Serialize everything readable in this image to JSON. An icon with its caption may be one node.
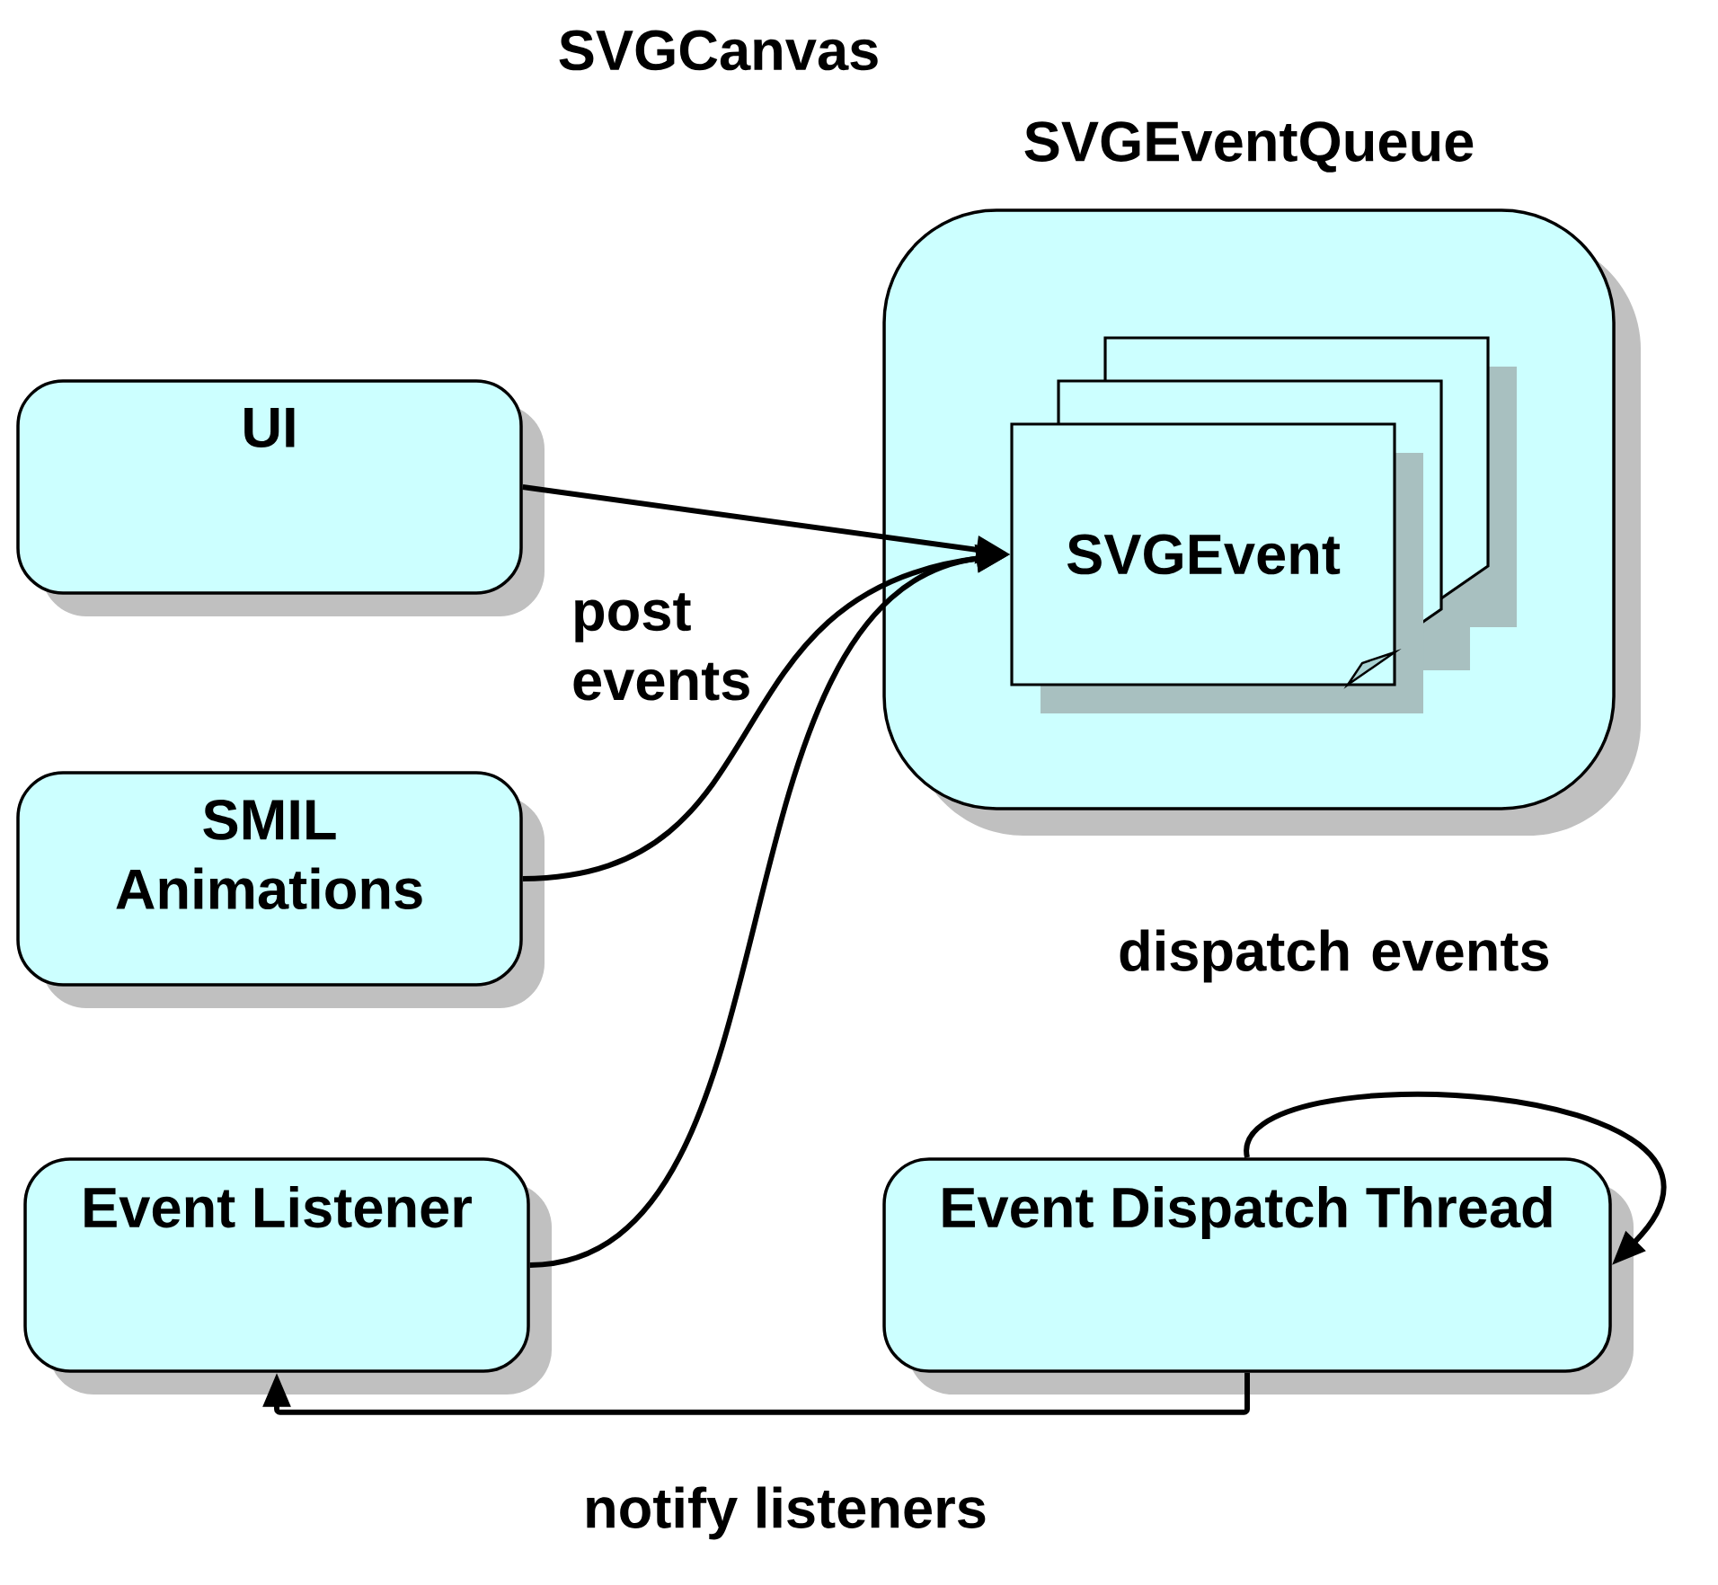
{
  "diagram": {
    "title": "SVGCanvas",
    "nodes": [
      {
        "text": [
          "SVGEventQueue"
        ]
      },
      {
        "text": [
          "SVGEvent"
        ],
        "in": 0
      },
      {
        "text": [
          "UI"
        ]
      },
      {
        "text": [
          "SMIL Animations"
        ]
      },
      {
        "text": [
          "Event Listener"
        ]
      },
      {
        "text": [
          "Event Dispatch Thread"
        ]
      }
    ],
    "edges": [
      {
        "from": 2,
        "to": 1,
        "arrow": "to"
      },
      {
        "from": 3,
        "to": 1,
        "arrow": "to"
      },
      {
        "from": 4,
        "to": 1,
        "arrow": "to"
      },
      {
        "from": 5,
        "to": 5,
        "arrow": "to"
      },
      {
        "from": 5,
        "to": 4,
        "arrow": "to",
        "label": "notify listeners"
      }
    ],
    "labels": [
      "post events",
      "dispatch events"
    ]
  }
}
